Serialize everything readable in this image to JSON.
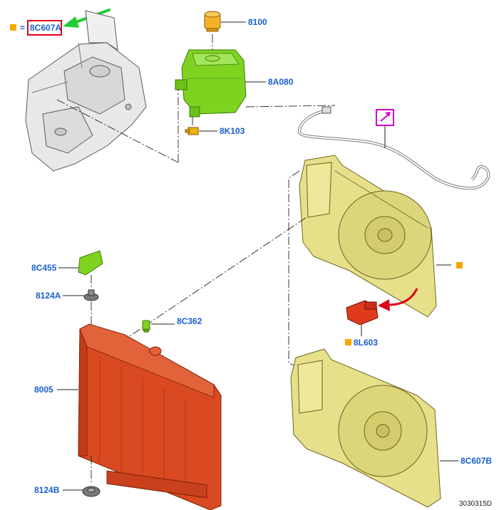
{
  "legend": {
    "equals": "=",
    "key_part": "8C607A"
  },
  "callouts": {
    "p8100": "8100",
    "p8A080": "8A080",
    "p8K103": "8K103",
    "p8C455": "8C455",
    "p8124A": "8124A",
    "p8C362": "8C362",
    "p8005": "8005",
    "p8124B": "8124B",
    "p8L603": "8L603",
    "p8C607B": "8C607B"
  },
  "figure_id": "3030315D",
  "colors": {
    "callout_text": "#1a5fd0",
    "marker_square": "#f5a800",
    "highlight_box": "#e0001a",
    "green_arrow": "#22cc33",
    "red_arrow": "#e0001a",
    "magenta_box": "#d400c8",
    "radiator": "#d94a22",
    "reservoir": "#7ed321",
    "shroud": "#e6e08a",
    "bracket": "#e8e8e8"
  },
  "icons": [
    "orange-square-marker",
    "green-pointer-arrow",
    "red-direction-arrow",
    "magenta-callout-box"
  ]
}
